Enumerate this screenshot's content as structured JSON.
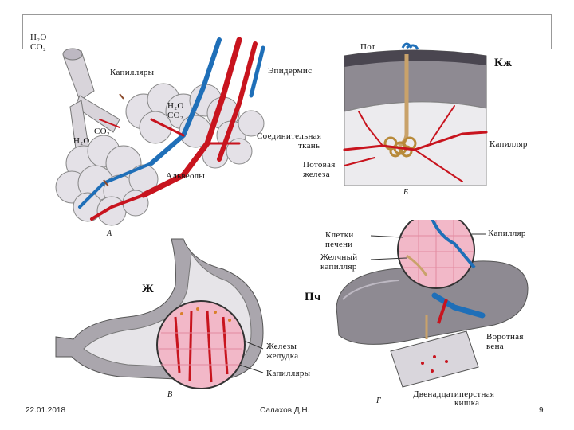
{
  "panels": {
    "lungs": {
      "letter": "А",
      "gas_top": [
        "H₂O",
        "CO₂"
      ],
      "gas_mid": [
        "H₂O",
        "CO₂"
      ],
      "gas_left": [
        "CO₂",
        "H₂O"
      ],
      "capillaries": "Капилляры",
      "alveoli": "Альвеолы"
    },
    "skin": {
      "letter": "Б",
      "code": "Кж",
      "sweat": "Пот",
      "epidermis": "Эпидермис",
      "connective_1": "Соединительная",
      "connective_2": "ткань",
      "gland_1": "Потовая",
      "gland_2": "железа",
      "capillary": "Капилляр"
    },
    "stomach": {
      "letter": "В",
      "code": "Ж",
      "glands_1": "Железы",
      "glands_2": "желудка",
      "capillaries": "Капилляры"
    },
    "liver": {
      "letter": "Г",
      "code": "Пч",
      "cells_1": "Клетки",
      "cells_2": "печени",
      "capillary": "Капилляр",
      "bile_1": "Желчный",
      "bile_2": "капилляр",
      "portal_1": "Воротная",
      "portal_2": "вена",
      "duodenum_1": "Двенадцатиперстная",
      "duodenum_2": "кишка"
    }
  },
  "footer": {
    "date": "22.01.2018",
    "author": "Салахов Д.Н.",
    "page": "9"
  },
  "colors": {
    "artery": "#c8141e",
    "vein": "#1f6fb8",
    "tissue": "#d9d6dc",
    "cells": "#f2b8c8"
  }
}
